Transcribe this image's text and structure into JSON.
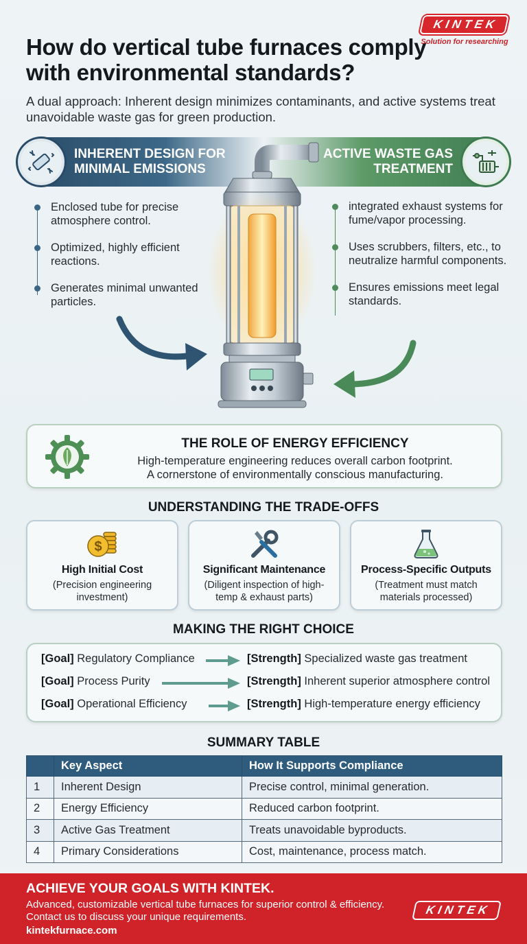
{
  "header": {
    "title": "How do vertical tube furnaces comply with environmental standards?",
    "subtitle": "A dual approach: Inherent design minimizes contaminants, and active systems treat unavoidable waste gas for green production."
  },
  "brand": {
    "logo_text": "KINTEK",
    "tagline": "Solution for researching",
    "color": "#d7262c"
  },
  "design_section": {
    "banner": "INHERENT DESIGN FOR MINIMAL EMISSIONS",
    "color": "#284a66",
    "icon": "glass-tube-icon",
    "items": [
      "Enclosed tube for precise atmosphere control.",
      "Optimized, highly efficient reactions.",
      "Generates minimal unwanted particles."
    ]
  },
  "treatment_section": {
    "banner": "ACTIVE WASTE GAS TREATMENT",
    "color": "#3d7a4f",
    "icon": "exhaust-filter-icon",
    "items": [
      "integrated exhaust systems for fume/vapor processing.",
      "Uses scrubbers, filters, etc., to neutralize harmful components.",
      "Ensures emissions meet legal standards."
    ]
  },
  "energy": {
    "title": "THE ROLE OF ENERGY EFFICIENCY",
    "line1": "High-temperature engineering reduces overall carbon footprint.",
    "line2": "A cornerstone of environmentally conscious manufacturing.",
    "icon": "gear-leaf-icon"
  },
  "tradeoffs": {
    "title": "UNDERSTANDING THE TRADE-OFFS",
    "cards": [
      {
        "title": "High Initial Cost",
        "desc": "(Precision engineering investment)",
        "icon": "coins-icon"
      },
      {
        "title": "Significant Maintenance",
        "desc": "(Diligent inspection of high-temp & exhaust parts)",
        "icon": "wrench-screwdriver-icon"
      },
      {
        "title": "Process-Specific Outputs",
        "desc": "(Treatment must match materials processed)",
        "icon": "flask-icon"
      }
    ]
  },
  "choice": {
    "title": "MAKING THE RIGHT CHOICE",
    "goal_tag": "[Goal]",
    "strength_tag": "[Strength]",
    "rows": [
      {
        "goal": "Regulatory Compliance",
        "strength": "Specialized waste gas treatment"
      },
      {
        "goal": "Process Purity",
        "strength": "Inherent superior atmosphere control"
      },
      {
        "goal": "Operational Efficiency",
        "strength": "High-temperature energy efficiency"
      }
    ]
  },
  "summary": {
    "title": "SUMMARY TABLE",
    "headers": [
      "",
      "Key Aspect",
      "How It Supports Compliance"
    ],
    "rows": [
      [
        "1",
        "Inherent Design",
        "Precise control, minimal generation."
      ],
      [
        "2",
        "Energy Efficiency",
        "Reduced carbon footprint."
      ],
      [
        "3",
        "Active Gas Treatment",
        "Treats unavoidable byproducts."
      ],
      [
        "4",
        "Primary Considerations",
        "Cost, maintenance, process match."
      ]
    ]
  },
  "footer": {
    "title": "ACHIEVE YOUR GOALS WITH KINTEK.",
    "text": "Advanced, customizable vertical tube furnaces for superior control & efficiency. Contact us to discuss your unique requirements.",
    "url": "kintekfurnace.com"
  }
}
